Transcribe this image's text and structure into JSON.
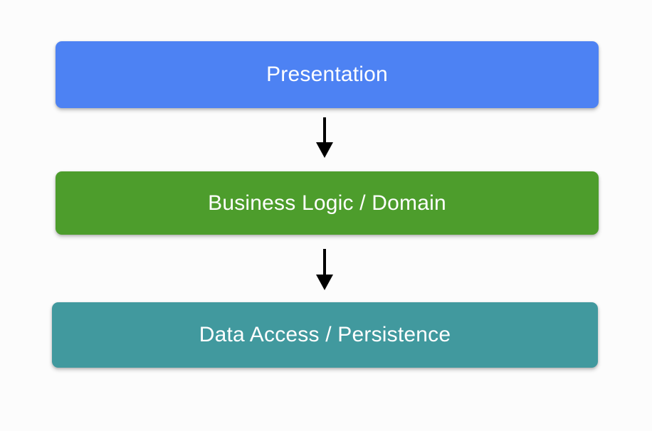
{
  "diagram": {
    "type": "layered-architecture-flow",
    "orientation": "vertical-top-down",
    "background_color": "#fcfcfc",
    "layers": [
      {
        "id": "presentation",
        "label": "Presentation",
        "fill_color": "#4d82f3",
        "text_color": "#ffffff",
        "order": 1
      },
      {
        "id": "business",
        "label": "Business Logic / Domain",
        "fill_color": "#4d9d2c",
        "text_color": "#ffffff",
        "order": 2
      },
      {
        "id": "data",
        "label": "Data Access / Persistence",
        "fill_color": "#41999e",
        "text_color": "#ffffff",
        "order": 3
      }
    ],
    "connectors": [
      {
        "id": "presentation-to-business",
        "from": "presentation",
        "to": "business",
        "style": "solid-arrow",
        "color": "#000000",
        "label": ""
      },
      {
        "id": "business-to-data",
        "from": "business",
        "to": "data",
        "style": "solid-arrow",
        "color": "#000000",
        "label": ""
      }
    ]
  }
}
